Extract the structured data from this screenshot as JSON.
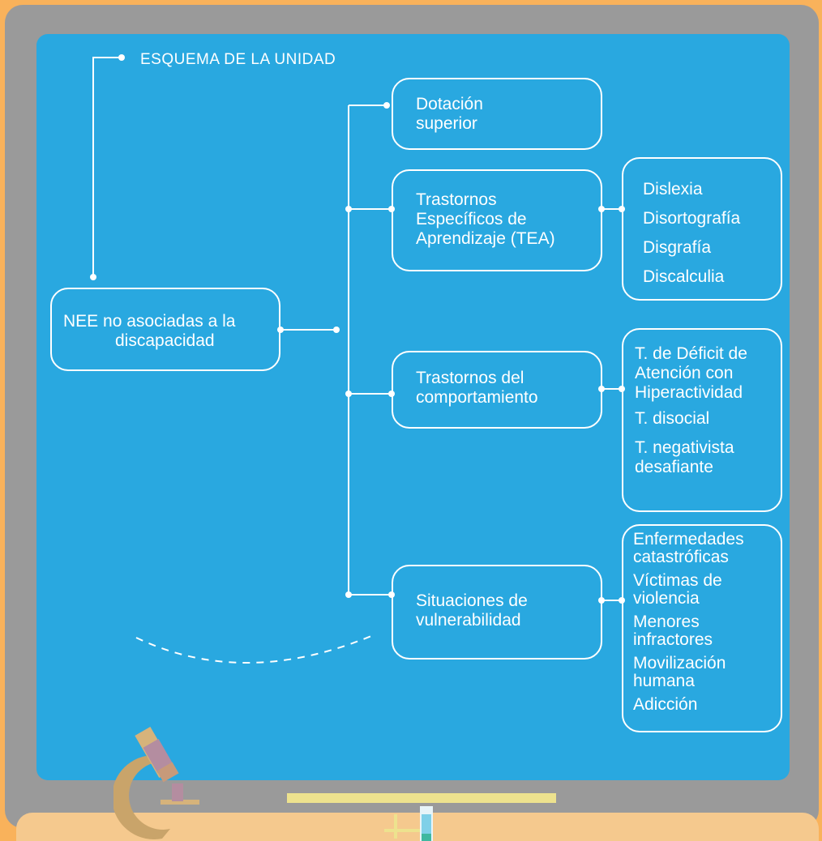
{
  "header": {
    "title": "ESQUEMA DE LA UNIDAD"
  },
  "root": {
    "lines": [
      "NEE  no asociadas a la",
      "discapacidad"
    ]
  },
  "categories": [
    {
      "lines": [
        "Dotación",
        "superior"
      ]
    },
    {
      "lines": [
        "Trastornos",
        "Específicos  de",
        "Aprendizaje (TEA)"
      ]
    },
    {
      "lines": [
        "Trastornos del",
        "comportamiento"
      ]
    },
    {
      "lines": [
        "Situaciones de",
        "vulnerabilidad"
      ]
    }
  ],
  "details": {
    "tea": [
      "Dislexia",
      "Disortografía",
      "Disgrafía",
      "Discalculia"
    ],
    "comportamiento": [
      "T. de Déficit de",
      "Atención con",
      "Hiperactividad",
      "T. disocial",
      "T. negativista",
      "desafiante"
    ],
    "vulnerabilidad": [
      "Enfermedades",
      "catastróficas",
      "Víctimas de",
      "violencia",
      "Menores",
      "infractores",
      "Movilización",
      "humana",
      "Adicción"
    ]
  },
  "colors": {
    "board": "#29a8e0",
    "frame": "#9a9a9a",
    "background": "#f9b25b",
    "shelf": "#ede28e",
    "line": "#ffffff"
  }
}
